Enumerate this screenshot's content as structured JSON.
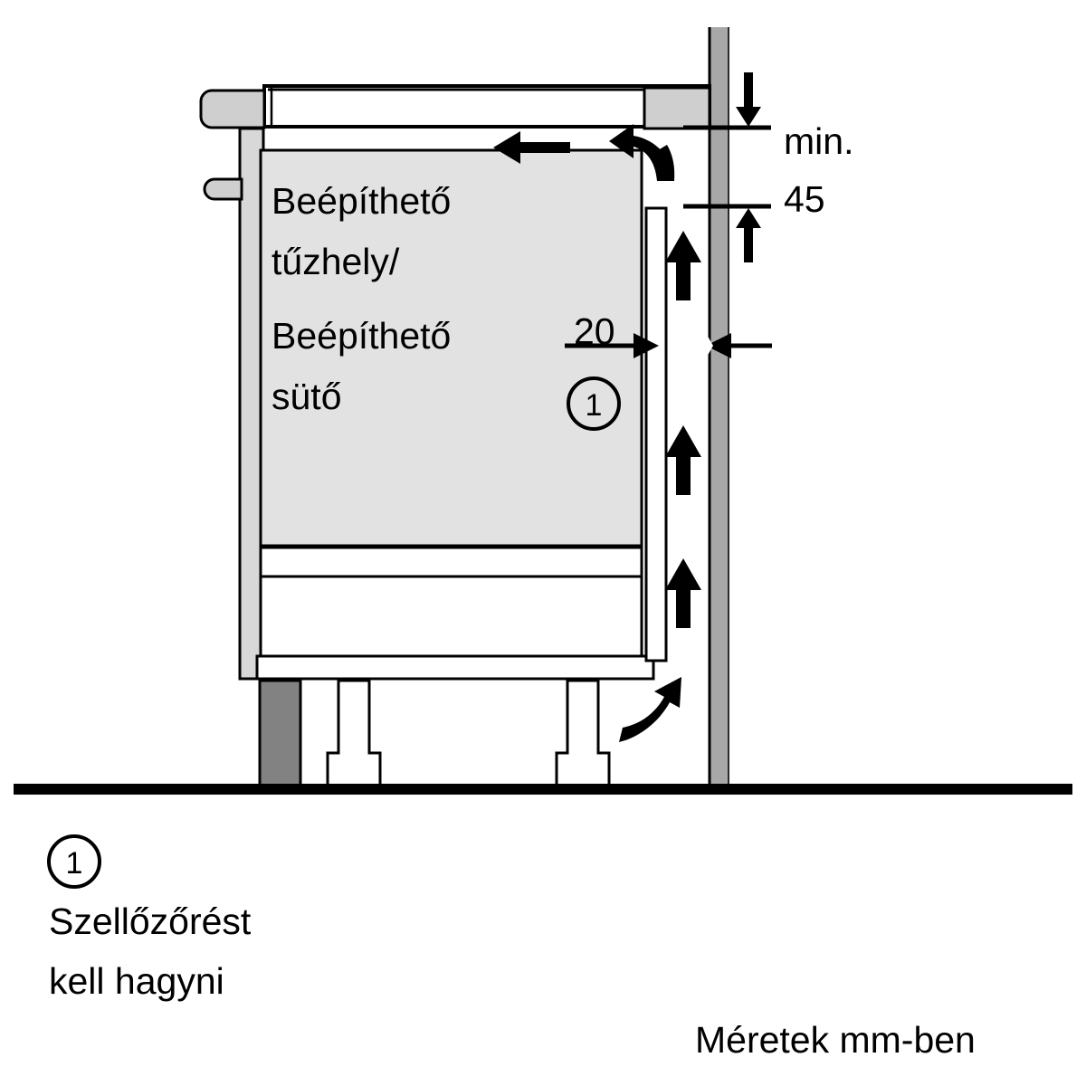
{
  "diagram": {
    "title_text_block": {
      "line1": "Beépíthető",
      "line2": "tűzhely/",
      "line3": "Beépíthető",
      "line4": "sütő"
    },
    "dimensions": {
      "min_label": "min.",
      "min_value": "45",
      "gap_depth": "20"
    },
    "callouts": {
      "marker_in_drawing": "1",
      "marker_in_legend": "1"
    },
    "legend": {
      "line1": "Szellőzőrést",
      "line2": "kell hagyni"
    },
    "footnote": "Méretek mm-ben",
    "colors": {
      "outline": "#000000",
      "appliance_fill": "#e2e2e2",
      "wall_fill": "#a8a8a8",
      "plinth_fill": "#828282",
      "panel_fill": "#d0d0d0",
      "background": "#ffffff"
    },
    "icons": {
      "airflow_up": "arrow-up-icon",
      "airflow_left": "arrow-left-icon",
      "airflow_curve_top": "curved-arrow-left-icon",
      "airflow_curve_bottom": "curved-arrow-up-right-icon",
      "dim_arrow_down": "dimension-arrow-down-icon",
      "dim_arrow_up": "dimension-arrow-up-icon",
      "dim_arrow_right": "dimension-arrow-right-icon",
      "dim_arrow_left": "dimension-arrow-left-icon"
    }
  }
}
